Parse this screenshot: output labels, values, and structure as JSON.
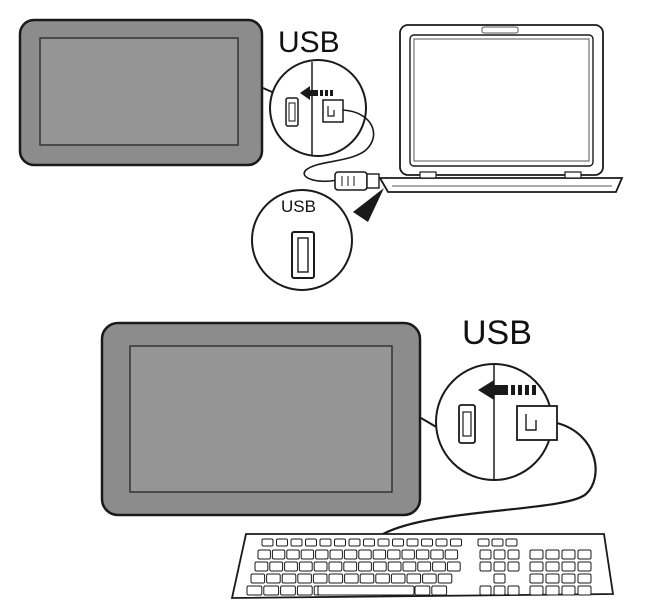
{
  "labels": {
    "usb_top": "USB",
    "usb_laptop_port": "USB",
    "usb_bottom": "USB"
  },
  "colors": {
    "tablet_body": "#8c8c8c",
    "tablet_screen": "#959595",
    "outline": "#1a1a1a",
    "background": "#ffffff"
  },
  "icons": {
    "tablet": "tablet-device",
    "laptop": "laptop-computer",
    "keyboard": "usb-keyboard",
    "connector": "micro-usb-port",
    "arrow": "insert-direction-arrow"
  }
}
